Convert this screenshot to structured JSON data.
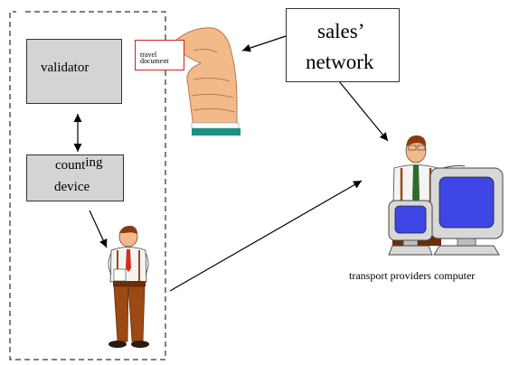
{
  "diagram": {
    "validator": "validator",
    "counting_part1": "count",
    "counting_part2": "ing",
    "counting_device_line2": "device",
    "travel_document_line1": "travel",
    "travel_document_line2": "document",
    "sales_network_line1": "sales’",
    "sales_network_line2": "network",
    "computer_caption": "transport providers computer"
  },
  "colors": {
    "box_fill": "#d4d4d4",
    "skin": "#f2b98a",
    "tie_red": "#d42a1e",
    "tie_green": "#2e6a2e",
    "trousers": "#9a4a12",
    "screen_blue": "#3f46e6",
    "monitor_grey": "#d8d8d8",
    "doc_border": "#cc2222",
    "cuff_teal": "#1c8f87"
  }
}
